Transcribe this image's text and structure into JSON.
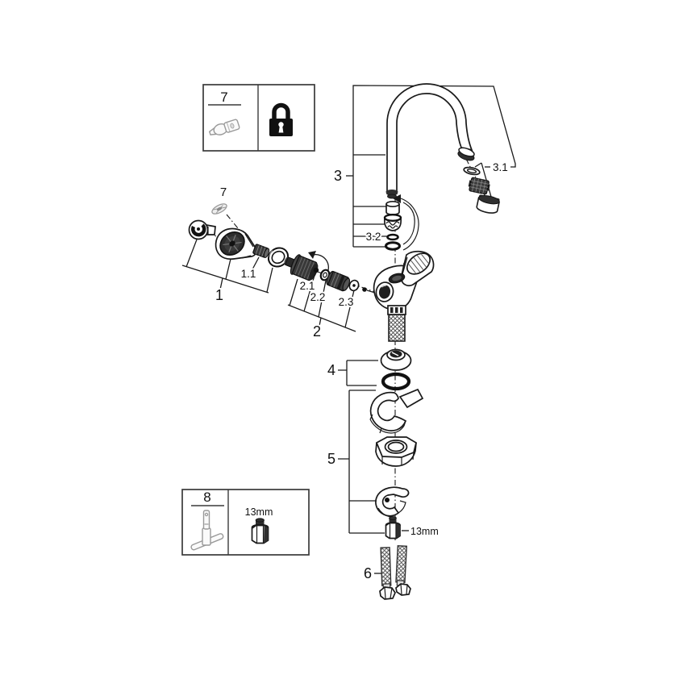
{
  "diagram": {
    "type": "exploded-parts-diagram",
    "background_color": "#ffffff",
    "line_color": "#1a1a1a",
    "callouts": {
      "n1": "1",
      "n1_1": "1.1",
      "n2": "2",
      "n2_1": "2.1",
      "n2_2": "2.2",
      "n2_3": "2.3",
      "n3": "3",
      "n3_1": "3.1",
      "n3_2": "3.2",
      "n4": "4",
      "n5": "5",
      "n6": "6",
      "n7": "7",
      "nut_size_label": "13mm"
    },
    "legend_boxes": {
      "grease_box": {
        "number": "7",
        "icons": [
          "grease-applicator-icon",
          "padlock-icon"
        ]
      },
      "tool_box": {
        "number": "8",
        "icons": [
          "mounting-tool-icon",
          "socket-nut-icon"
        ],
        "size_label": "13mm"
      }
    }
  }
}
